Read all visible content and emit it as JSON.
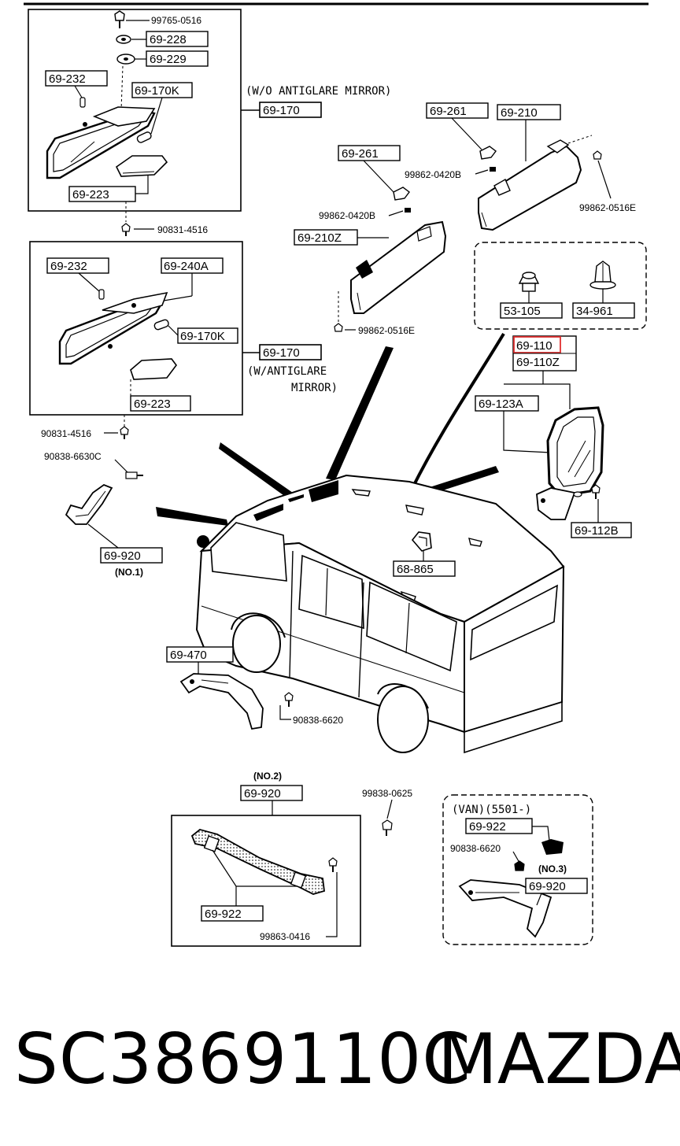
{
  "labels": {
    "top_screw": "99765-0516",
    "washer_a": "69-228",
    "washer_b": "69-229",
    "clip_a": "69-232",
    "bulb_a": "69-170K",
    "mirror_a": "69-170",
    "note_a": "(W/O ANTIGLARE MIRROR)",
    "cover_a": "69-223",
    "screw_a": "90831-4516",
    "clip_b": "69-232",
    "bracket_b": "69-240A",
    "bulb_b": "69-170K",
    "mirror_b": "69-170",
    "note_b_1": "(W/ANTIGLARE",
    "note_b_2": "MIRROR)",
    "cover_b": "69-223",
    "screw_b": "90831-4516",
    "holder_l": "69-261",
    "screw_l1": "99862-0420B",
    "visor_l": "69-210Z",
    "screw_l2": "99862-0516E",
    "holder_r": "69-261",
    "visor_r": "69-210",
    "screw_r1": "99862-0420B",
    "screw_r2": "99862-0516E",
    "nut": "53-105",
    "clip_c": "34-961",
    "outer_mirror": "69-110",
    "outer_mirror_z": "69-110Z",
    "glass": "69-123A",
    "base": "69-112B",
    "screw_g1": "90838-6630C",
    "grip_1": "69-920",
    "grip_1_note": "(NO.1)",
    "hook": "68-865",
    "grip_470": "69-470",
    "screw_470": "90838-6620",
    "grip_2_note": "(NO.2)",
    "grip_2": "69-920",
    "screw_g2": "99838-0625",
    "cap_2": "69-922",
    "screw_g2b": "99863-0416",
    "van_note": "(VAN)(5501-)",
    "cap_3": "69-922",
    "screw_g3": "90838-6620",
    "grip_3_note": "(NO.3)",
    "grip_3": "69-920"
  },
  "caption": {
    "part_number": "SC3869110C",
    "brand": "MAZDA"
  },
  "colors": {
    "ink": "#000000",
    "highlight": "#e03030",
    "fill_light": "#f2f2f2"
  }
}
